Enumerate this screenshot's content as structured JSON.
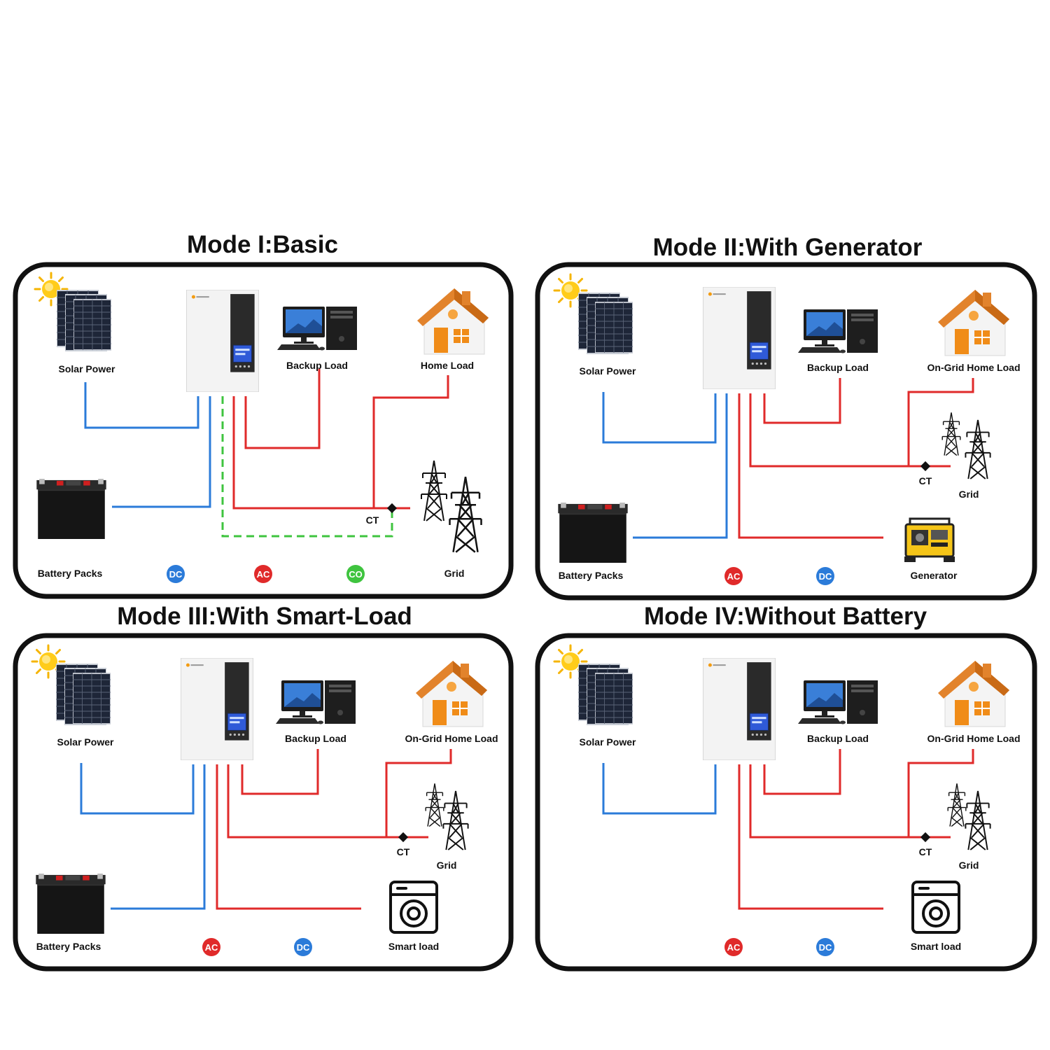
{
  "panels": [
    {
      "title": "Mode I:Basic",
      "solar": "Solar Power",
      "backup": "Backup Load",
      "home": "Home Load",
      "battery": "Battery Packs",
      "ct": "CT",
      "grid": "Grid",
      "badges": [
        "DC",
        "AC",
        "CO"
      ]
    },
    {
      "title": "Mode II:With Generator",
      "solar": "Solar Power",
      "backup": "Backup Load",
      "home": "On-Grid Home Load",
      "battery": "Battery Packs",
      "ct": "CT",
      "grid": "Grid",
      "generator": "Generator",
      "badges": [
        "AC",
        "DC"
      ]
    },
    {
      "title": "Mode III:With Smart-Load",
      "solar": "Solar Power",
      "backup": "Backup Load",
      "home": "On-Grid Home Load",
      "battery": "Battery Packs",
      "ct": "CT",
      "grid": "Grid",
      "smart": "Smart load",
      "badges": [
        "AC",
        "DC"
      ]
    },
    {
      "title": "Mode IV:Without Battery",
      "solar": "Solar Power",
      "backup": "Backup Load",
      "home": "On-Grid Home Load",
      "ct": "CT",
      "grid": "Grid",
      "smart": "Smart load",
      "badges": [
        "AC",
        "DC"
      ]
    }
  ],
  "colors": {
    "dc": "#2b7bd9",
    "ac": "#e02a2a",
    "co": "#3fc43f",
    "frame": "#111111"
  }
}
